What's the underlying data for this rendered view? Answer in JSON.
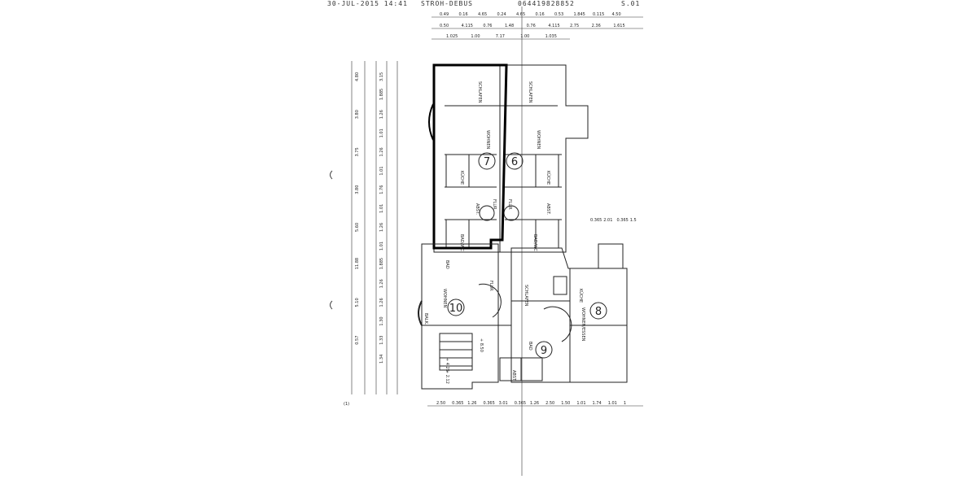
{
  "fax_header": {
    "datetime": "30-JUL-2015 14:41",
    "sender": "STROH-DEBUS",
    "number": "064419828852",
    "page": "S.01"
  },
  "dimensions": {
    "top_row1": [
      "0.49",
      "0.16",
      "4.65",
      "0.24",
      "4.65",
      "0.16",
      "0.53",
      "1.845",
      "0.115",
      "4.50"
    ],
    "top_row2": [
      "0.50",
      "4.115",
      "0.76",
      "1.48",
      "0.76",
      "4.115",
      "2.75",
      "2.36",
      "1.615"
    ],
    "top_row3": [
      "1.025",
      "1.00",
      "7.17",
      "1.00",
      "1.035"
    ],
    "bottom_row": [
      "2.50",
      "0.365",
      "1.26",
      "0.365",
      "3.01",
      "0.365",
      "1.26",
      "2.50",
      "1.50",
      "1.01",
      "1.74",
      "1.01",
      "1"
    ],
    "right_side": [
      "0.365",
      "2.01",
      "0.365",
      "1.5"
    ],
    "left_outer": [
      "4.80",
      "3.80",
      "3.75",
      "3.80",
      "5.60",
      "11.88",
      "5.10",
      "0.57"
    ],
    "left_inner": [
      "3.15",
      "1.885",
      "1.26",
      "1.01",
      "1.26",
      "1.01",
      "1.76",
      "1.01",
      "1.26",
      "1.01",
      "1.885",
      "1.26",
      "1.26",
      "1.30",
      "1.33",
      "1.34"
    ]
  },
  "units": [
    {
      "number": "7",
      "label": "7"
    },
    {
      "number": "6",
      "label": "6"
    },
    {
      "number": "10",
      "label": "10"
    },
    {
      "number": "8",
      "label": "8"
    },
    {
      "number": "9",
      "label": "9"
    }
  ],
  "rooms": [
    "SCHLAFEN",
    "WOHNEN",
    "KÜCHE",
    "ABST.",
    "BAD/WC",
    "FLUR",
    "SCHLAFEN",
    "WOHNEN",
    "KÜCHE",
    "ABST.",
    "BAD/WC",
    "FLUR",
    "WOHNEN",
    "BAD",
    "FLUR",
    "SCHLAFEN",
    "WOHNEN/ESSEN",
    "KÜCHE",
    "BAD",
    "ABST.",
    "BALK."
  ],
  "annotations": {
    "margin_mark": "(1)",
    "level_marks": [
      "+ 8.50",
      "+ 4.25",
      "+ 2.12"
    ]
  }
}
